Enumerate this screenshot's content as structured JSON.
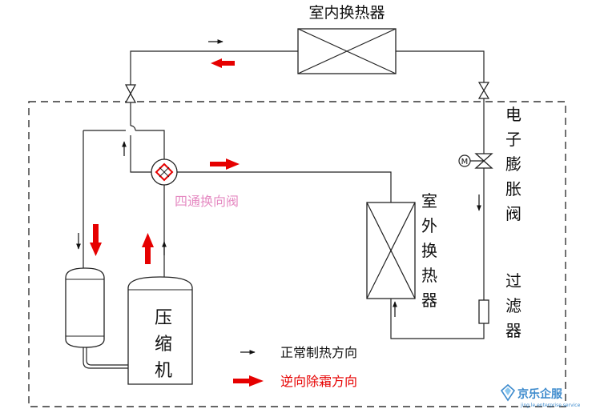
{
  "labels": {
    "indoor_hx": "室内换热器",
    "outdoor_hx": [
      "室",
      "外",
      "换",
      "热",
      "器"
    ],
    "exp_valve": [
      "电",
      "子",
      "膨",
      "胀",
      "阀"
    ],
    "filter": [
      "过",
      "滤",
      "器"
    ],
    "compressor": [
      "压",
      "缩",
      "机"
    ],
    "four_way_valve": "四通换向阀",
    "motor_mark": "M"
  },
  "legend": {
    "normal_heating": "正常制热方向",
    "reverse_defrost": "逆向除霜方向"
  },
  "watermark": {
    "text": "京乐企服",
    "subtext": "jing le enterprise service"
  },
  "colors": {
    "line": "#222222",
    "red_arrow": "#e60000",
    "pink_text": "#e58ac2",
    "watermark_blue": "#2a7fc8"
  }
}
